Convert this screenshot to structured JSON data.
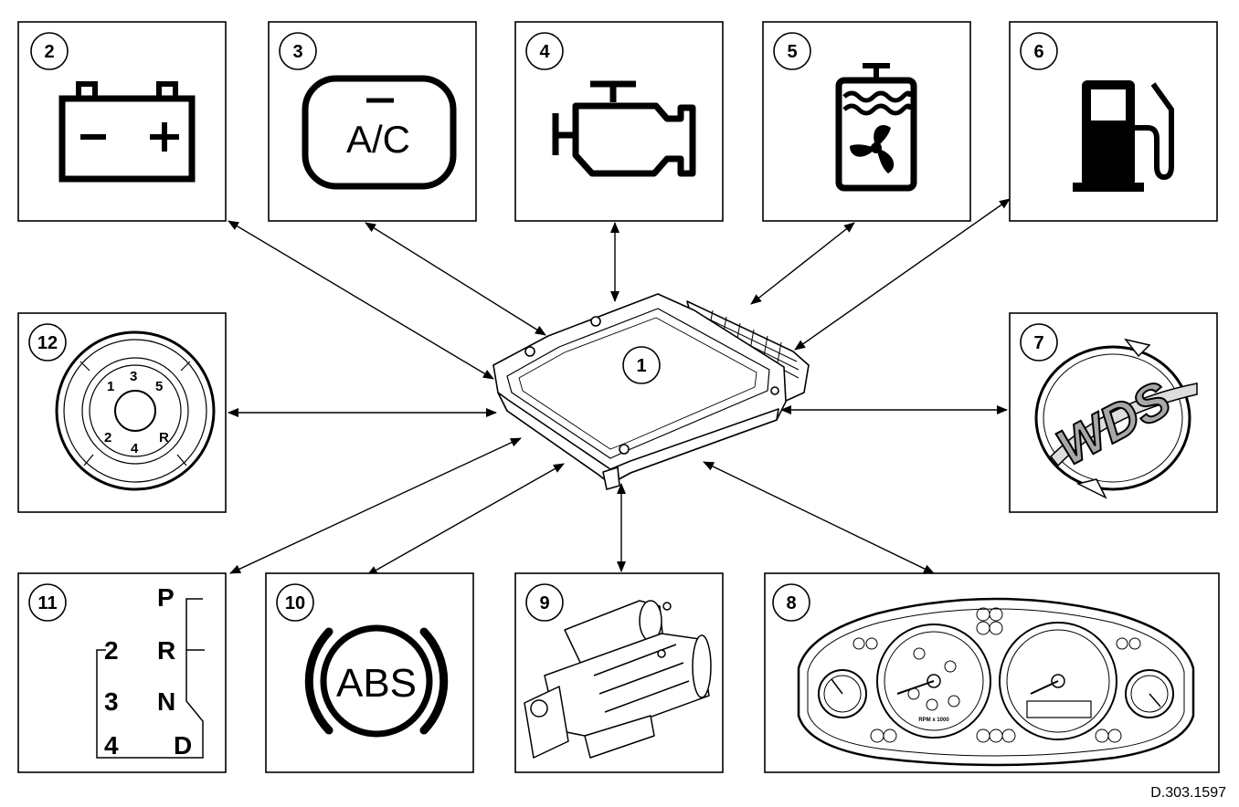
{
  "diagram": {
    "reference": "D.303.1597",
    "module_number": "1",
    "boxes": [
      {
        "number": "2",
        "icon": "battery-warning-icon"
      },
      {
        "number": "3",
        "icon": "ac-icon",
        "text": "A/C"
      },
      {
        "number": "4",
        "icon": "check-engine-icon"
      },
      {
        "number": "5",
        "icon": "coolant-fan-icon"
      },
      {
        "number": "6",
        "icon": "fuel-pump-icon"
      },
      {
        "number": "7",
        "icon": "wds-logo-icon",
        "text": "WDS"
      },
      {
        "number": "8",
        "icon": "instrument-cluster-icon",
        "text": "RPM x 1000"
      },
      {
        "number": "9",
        "icon": "starter-motor-icon"
      },
      {
        "number": "10",
        "icon": "abs-warning-icon",
        "text": "ABS"
      },
      {
        "number": "11",
        "icon": "gear-selector-icon",
        "gears": [
          "P",
          "2",
          "R",
          "3",
          "N",
          "4",
          "D"
        ]
      },
      {
        "number": "12",
        "icon": "gear-knob-icon",
        "gears": [
          "1",
          "3",
          "5",
          "2",
          "4",
          "R"
        ]
      }
    ]
  }
}
